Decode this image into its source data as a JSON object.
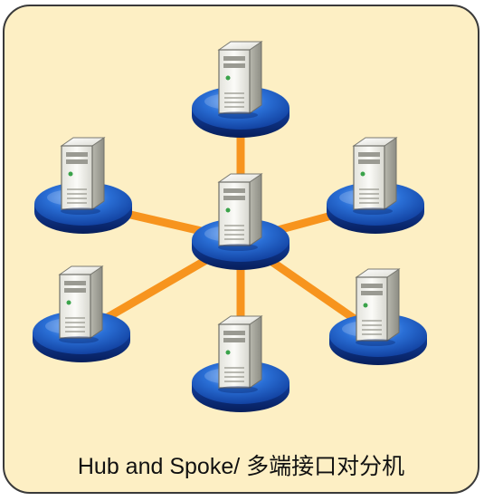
{
  "diagram": {
    "caption": "Hub and Spoke/ 多端接口对分机",
    "hub": {
      "id": "hub-server"
    },
    "spokes": [
      {
        "id": "spoke-top"
      },
      {
        "id": "spoke-upper-left"
      },
      {
        "id": "spoke-upper-right"
      },
      {
        "id": "spoke-lower-left"
      },
      {
        "id": "spoke-lower-right"
      },
      {
        "id": "spoke-bottom"
      }
    ]
  },
  "colors": {
    "background": "#fdefc4",
    "border": "#3a3a3a",
    "link": "#f7941e",
    "disk_top": "#2a6fd6",
    "disk_side": "#0d2f8a",
    "server_body": "#f2f2ee"
  }
}
